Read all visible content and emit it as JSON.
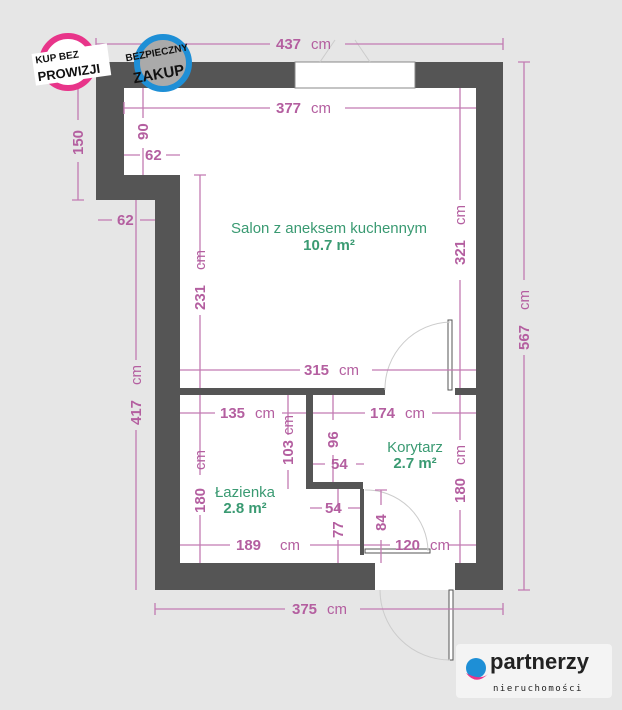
{
  "unit": "cm",
  "dimensions": [
    "437",
    "377",
    "150",
    "90",
    "62",
    "62",
    "231",
    "321",
    "567",
    "417",
    "315",
    "135",
    "174",
    "103",
    "96",
    "54",
    "180",
    "180",
    "54",
    "77",
    "84",
    "189",
    "120",
    "375"
  ],
  "rooms": [
    {
      "name": "Salon z aneksem kuchennym",
      "area": "10.7 m²"
    },
    {
      "name": "Korytarz",
      "area": "2.7 m²"
    },
    {
      "name": "Łazienka",
      "area": "2.8 m²"
    }
  ],
  "badges": {
    "commission": {
      "line1": "KUP BEZ",
      "line2": "PROWIZJI",
      "color": "#e8358a"
    },
    "safe": {
      "line1": "BEZPIECZNY",
      "line2": "ZAKUP",
      "color": "#1e8fd6"
    }
  },
  "logo": {
    "name": "partnerzy",
    "tagline": "nieruchomości"
  },
  "colors": {
    "wall": "#555555",
    "dimension": "#b45fa0",
    "room_label": "#3a9a72"
  }
}
